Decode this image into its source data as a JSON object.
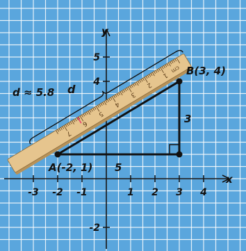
{
  "colors": {
    "background": "#5aa6dd",
    "grid": "#ffffff",
    "axis": "#111111",
    "segment": "#111111",
    "ruler_face": "#e6c58e",
    "ruler_shadow": "#b89258",
    "ruler_marks": "#5a3a16",
    "ruler_highlight": "#e83e6c"
  },
  "axes": {
    "x_label": "x",
    "y_label": "y",
    "x_ticks": [
      {
        "value": -3,
        "label": "-3"
      },
      {
        "value": -2,
        "label": "-2"
      },
      {
        "value": -1,
        "label": "-1"
      },
      {
        "value": 1,
        "label": "1"
      },
      {
        "value": 2,
        "label": "2"
      },
      {
        "value": 3,
        "label": "3"
      },
      {
        "value": 4,
        "label": "4"
      }
    ],
    "y_ticks": [
      {
        "value": 4,
        "label": "4"
      },
      {
        "value": 5,
        "label": "5"
      },
      {
        "value": -2,
        "label": "-2"
      }
    ]
  },
  "points": {
    "A": {
      "label": "A(-2, 1)",
      "x": -2,
      "y": 1
    },
    "B": {
      "label": "B(3, 4)",
      "x": 3,
      "y": 4
    },
    "C": {
      "x": 3,
      "y": 1
    }
  },
  "legs": {
    "horizontal_label": "5",
    "vertical_label": "3"
  },
  "distance": {
    "label": "d",
    "approx_label": "d ≈ 5.8"
  },
  "ruler": {
    "unit_label": "cm",
    "numbers": [
      "1",
      "2",
      "3",
      "4",
      "5",
      "6",
      "7"
    ]
  }
}
